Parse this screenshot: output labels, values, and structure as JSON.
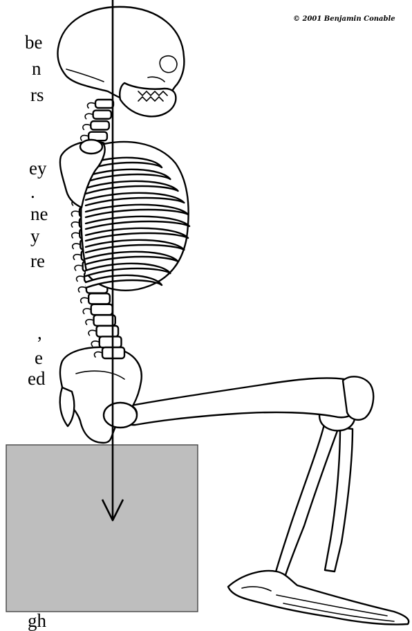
{
  "copyright": "© 2001 Benjamin Conable",
  "text_fragments": [
    "be",
    "n",
    "rs",
    "ey",
    ".",
    "ne",
    "y",
    "re",
    ",",
    "e",
    "ed",
    "gh"
  ],
  "colors": {
    "block_fill": "#bebebe",
    "block_stroke": "#444444",
    "line": "#000000"
  }
}
